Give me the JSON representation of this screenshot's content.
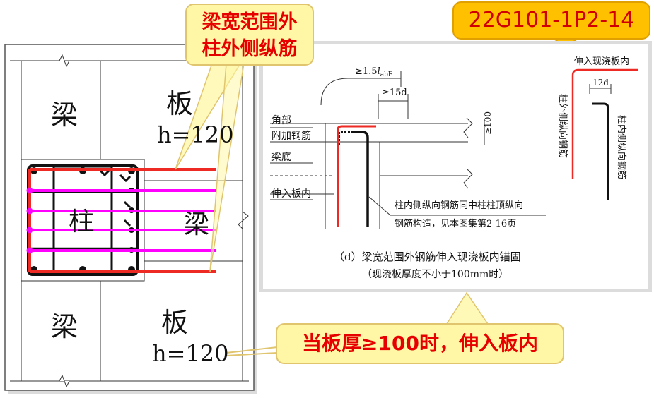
{
  "figure_code": "22G101-1P2-14",
  "callout_left_lines": [
    "梁宽范围外",
    "柱外侧纵筋"
  ],
  "callout_bottom": "当板厚≥100时，伸入板内",
  "plan": {
    "beam_label": "梁",
    "slab_label": "板",
    "column_label": "柱",
    "slab_thickness": "h=120"
  },
  "detail": {
    "dim_15labe_prefix": "≥1.5",
    "dim_15labe_l": "l",
    "dim_15labe_sub": "abE",
    "dim_15d": "≥15d",
    "dim_100": "≥100",
    "label_corner": "角部",
    "label_extra_bar": "附加钢筋",
    "label_beam_bottom": "梁底",
    "label_into_slab": "伸入板内",
    "note_line1": "柱内侧纵向钢筋同中柱柱顶纵向",
    "note_line2": "钢筋构造，见本图集第2-16页",
    "caption_line1": "（d）梁宽范围外钢筋伸入现浇板内锚固",
    "caption_line2": "（现浇板厚度不小于100mm时）",
    "right_label_top": "伸入现浇板内",
    "right_dim_12d": "12d",
    "right_label_outer": "柱外侧纵向钢筋",
    "right_label_inner": "柱内侧纵向钢筋"
  },
  "colors": {
    "red_bar": "#ee2a24",
    "magenta_bar": "#ff00ff",
    "callout_fill": "#fff7a6",
    "code_fill": "#ffc000",
    "text_red": "#e60000"
  }
}
